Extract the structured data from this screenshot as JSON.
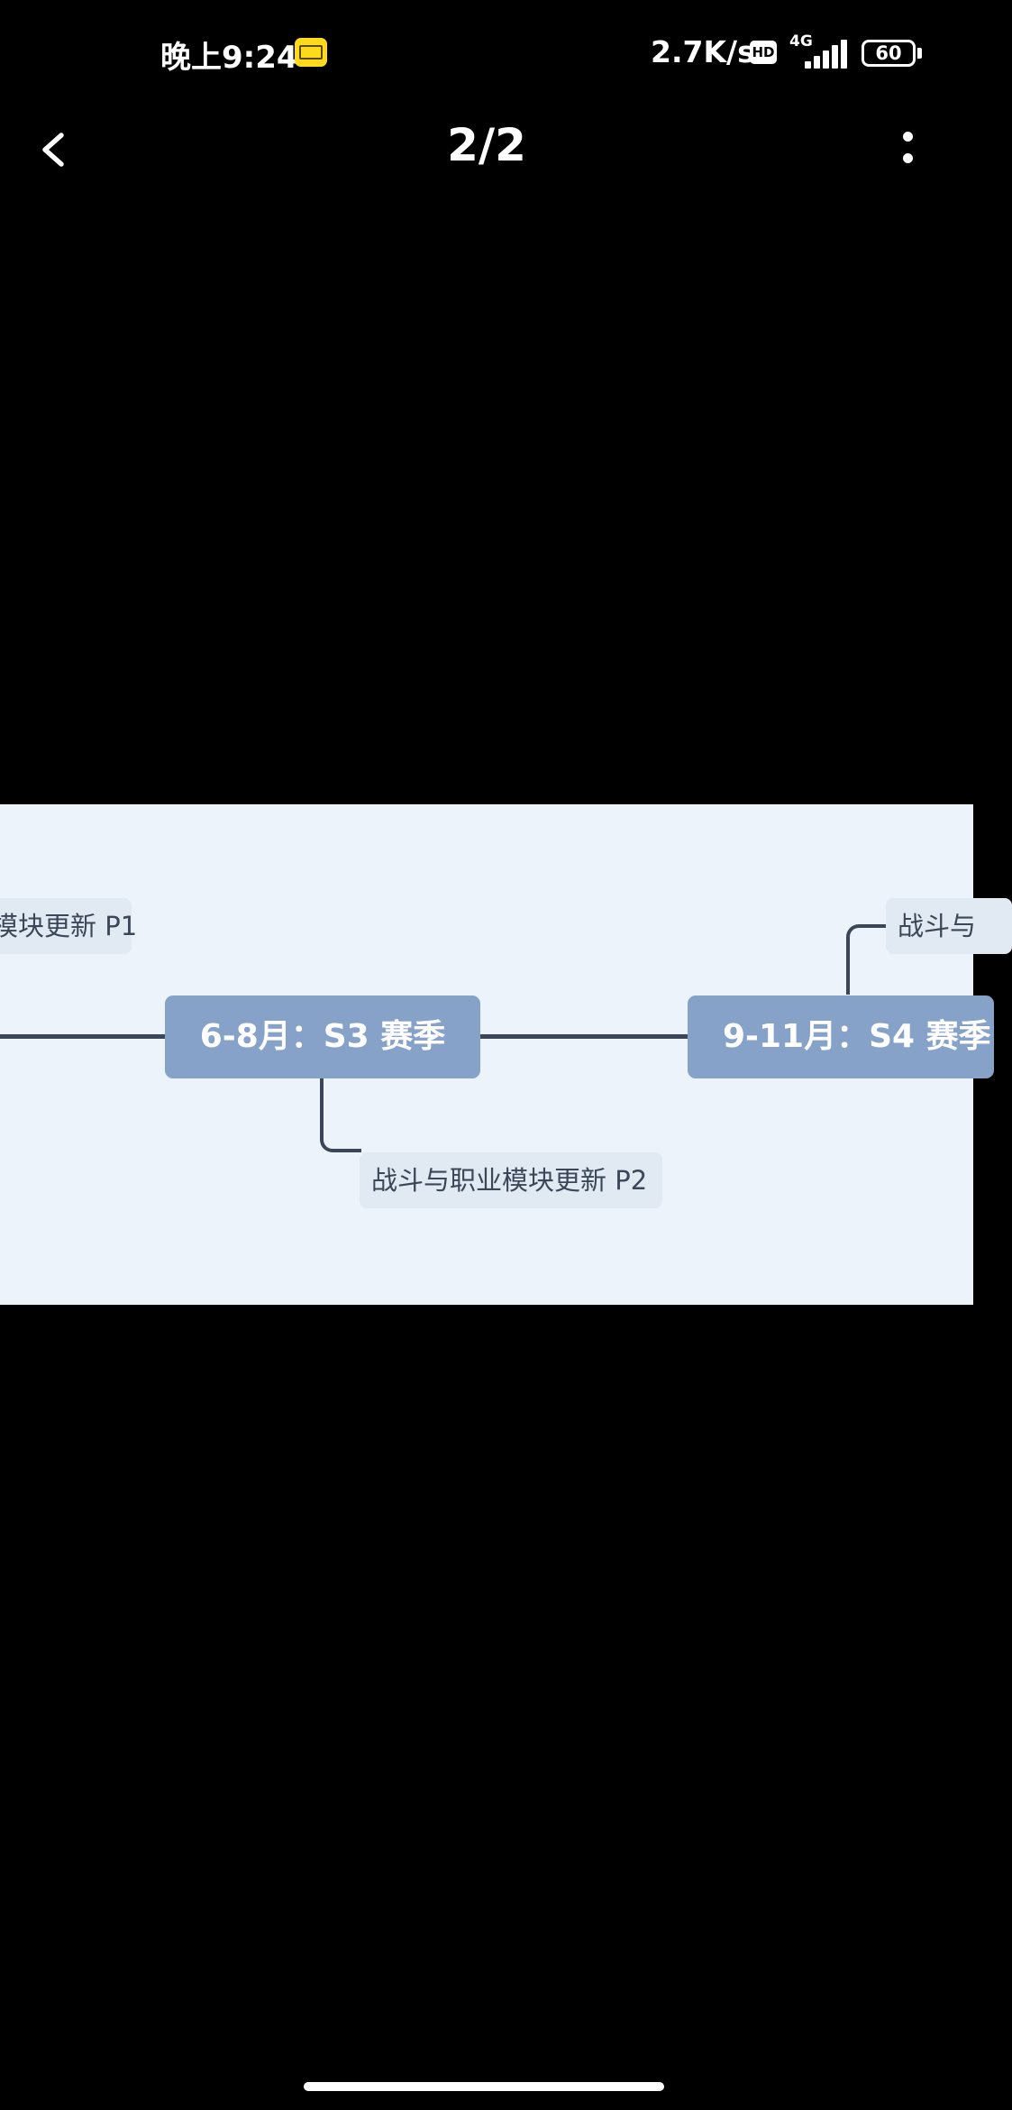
{
  "status_bar": {
    "time": "晚上9:24",
    "net_speed": "2.7K/s",
    "hd": "HD",
    "network": "4G",
    "battery": "60"
  },
  "header": {
    "counter": "2/2"
  },
  "mindmap": {
    "nodes": [
      {
        "text": "模块更新 P1"
      },
      {
        "text": "6-8月：S3 赛季"
      },
      {
        "text": "战斗与职业模块更新 P2"
      },
      {
        "text": "9-11月：S4 赛季"
      },
      {
        "text": "战斗与"
      }
    ]
  }
}
